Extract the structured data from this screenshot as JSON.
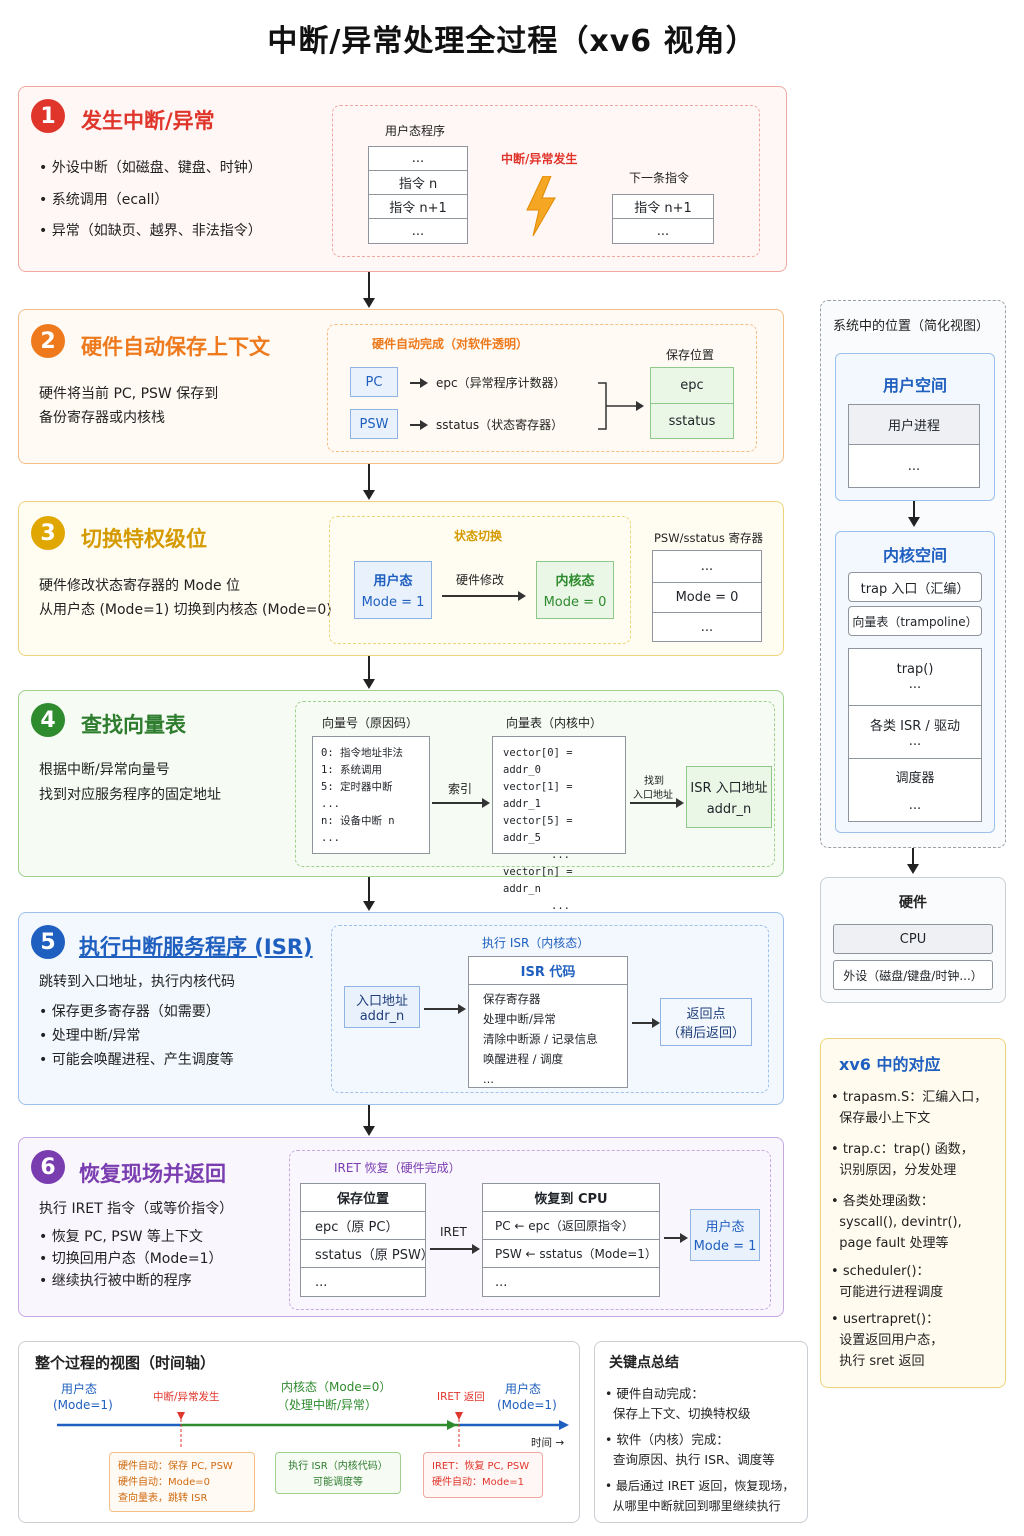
{
  "title": "中断/异常处理全过程（xv6 视角）",
  "step1": {
    "num": "1",
    "title": "发生中断/异常",
    "bullets": [
      "外设中断（如磁盘、键盘、时钟）",
      "系统调用（ecall）",
      "异常（如缺页、越界、非法指令）"
    ],
    "user_prog_label": "用户态程序",
    "stack": [
      "...",
      "指令 n",
      "指令 n+1",
      "..."
    ],
    "event_label": "中断/异常发生",
    "next_label": "下一条指令",
    "next_stack": [
      "指令 n+1",
      "..."
    ]
  },
  "step2": {
    "num": "2",
    "title": "硬件自动保存上下文",
    "desc": [
      "硬件将当前 PC, PSW 保存到",
      "备份寄存器或内核栈"
    ],
    "box_title": "硬件自动完成（对软件透明）",
    "pc": "PC",
    "psw": "PSW",
    "epc_desc": "epc（异常程序计数器）",
    "sstatus_desc": "sstatus（状态寄存器）",
    "save_label": "保存位置",
    "save_cells": [
      "epc",
      "sstatus"
    ]
  },
  "step3": {
    "num": "3",
    "title": "切换特权级位",
    "desc": [
      "硬件修改状态寄存器的 Mode 位",
      "从用户态 (Mode=1) 切换到内核态 (Mode=0)"
    ],
    "box_title": "状态切换",
    "user_title": "用户态",
    "user_mode": "Mode = 1",
    "arrow_label": "硬件修改",
    "kernel_title": "内核态",
    "kernel_mode": "Mode = 0",
    "reg_label": "PSW/sstatus 寄存器",
    "reg_cells": [
      "...",
      "Mode = 0",
      "..."
    ]
  },
  "step4": {
    "num": "4",
    "title": "查找向量表",
    "desc": [
      "根据中断/异常向量号",
      "找到对应服务程序的固定地址"
    ],
    "vec_no_title": "向量号（原因码）",
    "vec_no_lines": [
      "0:  指令地址非法",
      "1:  系统调用",
      "5:  定时器中断",
      "...",
      "n:  设备中断 n",
      "..."
    ],
    "index_label": "索引",
    "vec_table_title": "向量表（内核中）",
    "vec_table_lines": [
      "vector[0] = addr_0",
      "vector[1] = addr_1",
      "vector[5] = addr_5",
      "...",
      "vector[n] = addr_n",
      "..."
    ],
    "find_label": [
      "找到",
      "入口地址"
    ],
    "isr_addr": [
      "ISR 入口地址",
      "addr_n"
    ]
  },
  "step5": {
    "num": "5",
    "title": "执行中断服务程序 (ISR)",
    "desc": "跳转到入口地址，执行内核代码",
    "bullets": [
      "保存更多寄存器（如需要）",
      "处理中断/异常",
      "可能会唤醒进程、产生调度等"
    ],
    "box_title": "执行 ISR（内核态）",
    "entry": [
      "入口地址",
      "addr_n"
    ],
    "isr_code_title": "ISR 代码",
    "isr_lines": [
      "保存寄存器",
      "处理中断/异常",
      "清除中断源 / 记录信息",
      "唤醒进程 / 调度",
      "..."
    ],
    "ret_point": [
      "返回点",
      "（稍后返回）"
    ]
  },
  "step6": {
    "num": "6",
    "title": "恢复现场并返回",
    "desc": "执行 IRET 指令（或等价指令）",
    "bullets": [
      "恢复 PC, PSW 等上下文",
      "切换回用户态（Mode=1）",
      "继续执行被中断的程序"
    ],
    "box_title": "IRET 恢复（硬件完成）",
    "save_title": "保存位置",
    "save_cells": [
      "epc（原 PC）",
      "sstatus（原 PSW）",
      "..."
    ],
    "iret_label": "IRET",
    "restore_title": "恢复到 CPU",
    "restore_cells": [
      "PC ← epc（返回原指令）",
      "PSW ← sstatus（Mode=1）",
      "..."
    ],
    "user_title": "用户态",
    "user_mode": "Mode = 1"
  },
  "timeline": {
    "title": "整个过程的视图（时间轴）",
    "user1": [
      "用户态",
      "(Mode=1)"
    ],
    "event": "中断/异常发生",
    "kernel": [
      "内核态（Mode=0）",
      "（处理中断/异常）"
    ],
    "iret": "IRET 返回",
    "user2": [
      "用户态",
      "(Mode=1)"
    ],
    "time_label": "时间 →",
    "note1": [
      "硬件自动：保存 PC, PSW",
      "硬件自动：Mode=0",
      "查向量表，跳转 ISR"
    ],
    "note2": [
      "执行 ISR（内核代码）",
      "可能调度等"
    ],
    "note3": [
      "IRET：恢复 PC, PSW",
      "硬件自动：Mode=1"
    ]
  },
  "summary": {
    "title": "关键点总结",
    "items": [
      [
        "硬件自动完成：",
        "保存上下文、切换特权级"
      ],
      [
        "软件（内核）完成：",
        "查询原因、执行 ISR、调度等"
      ],
      [
        "最后通过 IRET 返回，恢复现场，",
        "从哪里中断就回到哪里继续执行"
      ]
    ]
  },
  "system": {
    "title": "系统中的位置（简化视图）",
    "user_space": "用户空间",
    "user_cells": [
      "用户进程",
      "..."
    ],
    "kernel_space": "内核空间",
    "kernel_cells1": [
      "trap 入口（汇编）",
      "向量表（trampoline）"
    ],
    "kernel_cells2": [
      "trap()",
      "...",
      "各类 ISR / 驱动",
      "...",
      "调度器",
      "..."
    ],
    "hw_title": "硬件",
    "hw_cells": [
      "CPU",
      "外设（磁盘/键盘/时钟...）"
    ]
  },
  "xv6": {
    "title": "xv6 中的对应",
    "items": [
      [
        "trapasm.S：汇编入口，",
        "保存最小上下文"
      ],
      [
        "trap.c：trap() 函数，",
        "识别原因，分发处理"
      ],
      [
        "各类处理函数：",
        "syscall(), devintr(),",
        "page fault 处理等"
      ],
      [
        "scheduler()：",
        "可能进行进程调度"
      ],
      [
        "usertrapret()：",
        "设置返回用户态，",
        "执行 sret 返回"
      ]
    ]
  },
  "colors": {
    "red": "#e0352b",
    "orange": "#ee7a1d",
    "yellow": "#e0a700",
    "green": "#2e8b2e",
    "blue": "#1f5fbf",
    "purple": "#7a3db0"
  }
}
